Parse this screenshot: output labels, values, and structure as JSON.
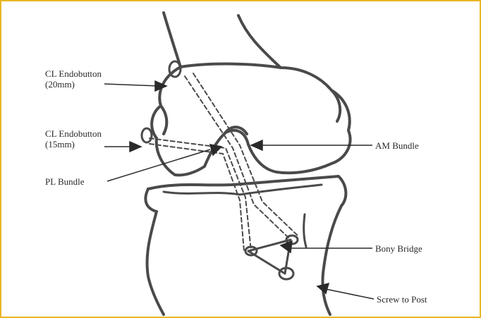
{
  "colors": {
    "border": "#e8b726",
    "stroke": "#4a4a4a",
    "text": "#2a2a2a"
  },
  "labels": {
    "cl_endobutton_20": {
      "line1": "CL Endobutton",
      "line2": "(20mm)"
    },
    "cl_endobutton_15": {
      "line1": "CL Endobutton",
      "line2": "(15mm)"
    },
    "pl_bundle": "PL Bundle",
    "am_bundle": "AM Bundle",
    "bony_bridge": "Bony Bridge",
    "screw_to_post": "Screw to Post"
  }
}
